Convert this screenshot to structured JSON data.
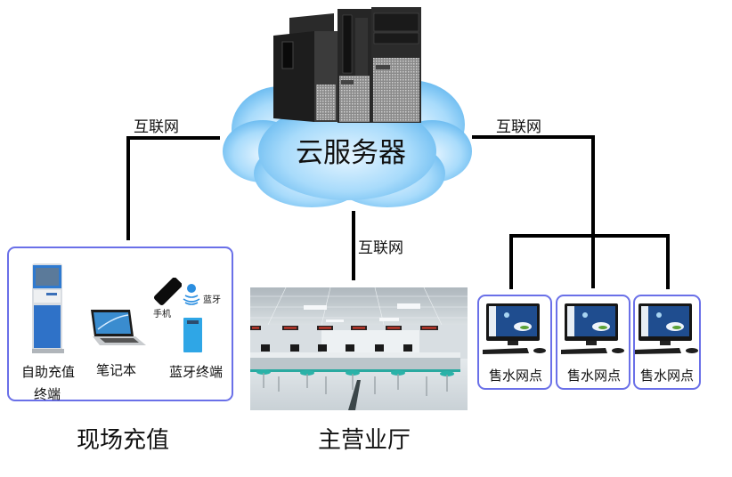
{
  "diagram": {
    "server": {
      "label": "云服务器",
      "icon": "server-tower-icon"
    },
    "links": {
      "left": "互联网",
      "center": "互联网",
      "right": "互联网"
    },
    "onsite_recharge": {
      "caption": "现场充值",
      "devices": [
        {
          "label_line1": "自助充值",
          "label_line2": "终端",
          "icon": "kiosk-icon"
        },
        {
          "label": "笔记本",
          "icon": "laptop-icon"
        },
        {
          "label": "蓝牙终端",
          "icon": "bluetooth-terminal-icon"
        }
      ],
      "phone_label": "手机",
      "bluetooth_label": "蓝牙"
    },
    "main_hall": {
      "caption": "主营业厅",
      "icon": "service-hall-photo"
    },
    "water_points": [
      {
        "label": "售水网点"
      },
      {
        "label": "售水网点"
      },
      {
        "label": "售水网点"
      }
    ],
    "colors": {
      "box_border": "#6a70e8",
      "cloud": "#7cc4f4",
      "line": "#000000"
    }
  }
}
